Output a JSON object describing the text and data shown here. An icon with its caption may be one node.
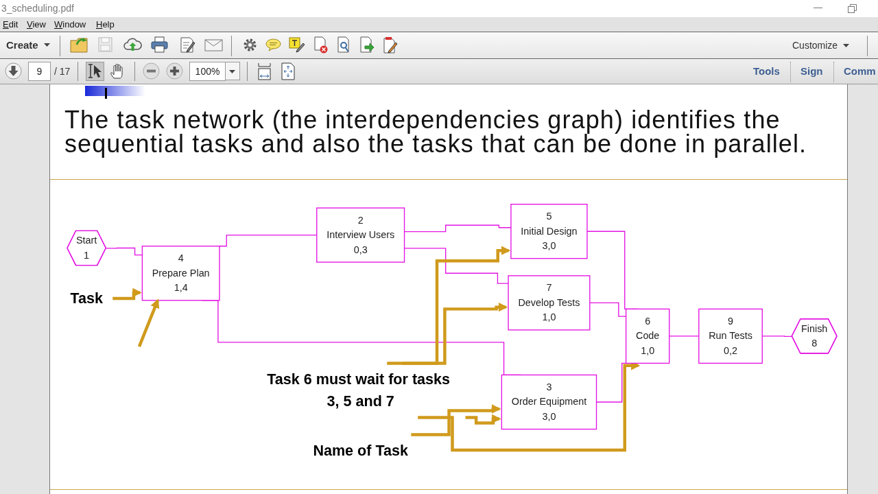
{
  "diagram": {
    "title": "The task network (the interdependencies graph) identifies the sequential tasks and also the tasks that can be done in parallel.",
    "nodes": [
      {
        "text": [
          "Start",
          "1"
        ]
      },
      {
        "text": [
          "4",
          "Prepare Plan",
          "1,4"
        ]
      },
      {
        "text": [
          "2",
          "Interview Users",
          "0,3"
        ]
      },
      {
        "text": [
          "5",
          "Initial Design",
          "3,0"
        ]
      },
      {
        "text": [
          "6",
          "Code",
          "1,0"
        ]
      },
      {
        "text": [
          "9",
          "Run Tests",
          "0,2"
        ]
      },
      {
        "text": [
          "Finish",
          "8"
        ]
      },
      {
        "text": [
          "7",
          "Develop Tests",
          "1,0"
        ]
      },
      {
        "text": [
          "3",
          "Order Equipment",
          "3,0"
        ]
      },
      {
        "text": [
          "Task"
        ]
      },
      {
        "text": [
          "Name of Task"
        ]
      },
      {
        "text": [
          "Task 6 must wait for tasks 3, 5 and 7"
        ]
      }
    ],
    "edges": [
      {
        "from": 0,
        "to": 1,
        "arrow": "none"
      },
      {
        "from": 1,
        "to": 2,
        "arrow": "none"
      },
      {
        "from": 1,
        "to": 8,
        "arrow": "none"
      },
      {
        "from": 2,
        "to": 3,
        "arrow": "none"
      },
      {
        "from": 2,
        "to": 7,
        "arrow": "none"
      },
      {
        "from": 3,
        "to": 4,
        "arrow": "none"
      },
      {
        "from": 7,
        "to": 4,
        "arrow": "none"
      },
      {
        "from": 8,
        "to": 4,
        "arrow": "none"
      },
      {
        "from": 4,
        "to": 5,
        "arrow": "none"
      },
      {
        "from": 5,
        "to": 6,
        "arrow": "none"
      },
      {
        "from": null,
        "to": 1,
        "arrow": "to",
        "style": "thick",
        "color": "#d09a1c"
      },
      {
        "from": 9,
        "to": 1,
        "arrow": "to",
        "style": "thick",
        "color": "#d09a1c"
      },
      {
        "from": 10,
        "to": 8,
        "arrow": "to",
        "style": "thick",
        "color": "#d09a1c"
      },
      {
        "from": 11,
        "to": 8,
        "arrow": "to",
        "style": "thick",
        "color": "#d09a1c"
      },
      {
        "from": 11,
        "to": 7,
        "arrow": "to",
        "style": "thick",
        "color": "#d09a1c"
      },
      {
        "from": 11,
        "to": 3,
        "arrow": "to",
        "style": "thick",
        "color": "#d09a1c"
      },
      {
        "from": 11,
        "to": 4,
        "arrow": "to",
        "style": "thick",
        "color": "#d09a1c"
      }
    ],
    "labels": [
      "3_scheduling.pdf",
      "Edit",
      "View",
      "Window",
      "Help",
      "Create",
      "Customize",
      "9",
      "/ 17",
      "100%",
      "Tools",
      "Sign",
      "Comm"
    ]
  }
}
